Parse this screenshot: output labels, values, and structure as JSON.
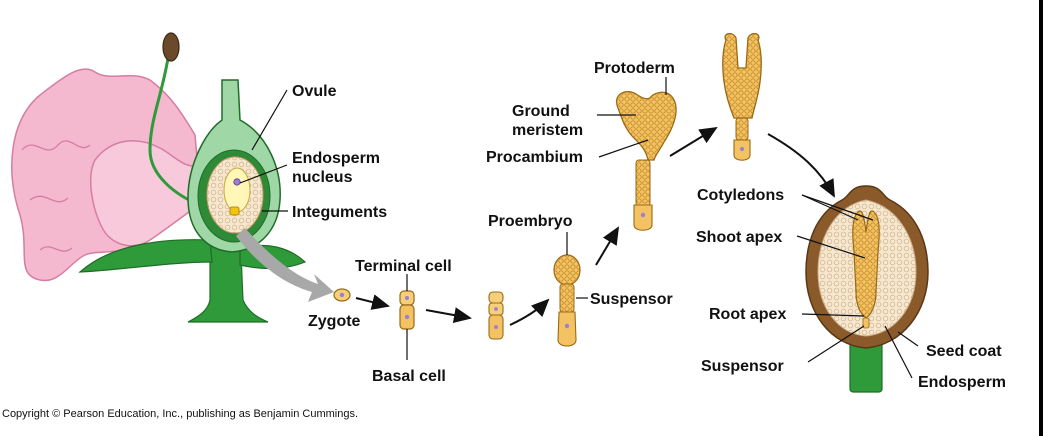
{
  "labels": {
    "ovule": "Ovule",
    "endosperm_nucleus_1": "Endosperm",
    "endosperm_nucleus_2": "nucleus",
    "integuments": "Integuments",
    "zygote": "Zygote",
    "terminal_cell": "Terminal cell",
    "basal_cell": "Basal cell",
    "proembryo": "Proembryo",
    "suspensor_early": "Suspensor",
    "ground_meristem_1": "Ground",
    "ground_meristem_2": "meristem",
    "procambium": "Procambium",
    "protoderm": "Protoderm",
    "cotyledons": "Cotyledons",
    "shoot_apex": "Shoot apex",
    "root_apex": "Root apex",
    "suspensor_seed": "Suspensor",
    "seed_coat": "Seed coat",
    "endosperm": "Endosperm"
  },
  "copyright": "Copyright © Pearson Education, Inc., publishing as Benjamin Cummings.",
  "colors": {
    "petal": "#f4b8cf",
    "petal_edge": "#d67da3",
    "green": "#2e9a3a",
    "light_green": "#9fd7a6",
    "embryo": "#e8a93a",
    "embryo_light": "#f6cf7a",
    "seed_coat": "#8a5a2b",
    "arrow_gray": "#a8a8a8"
  }
}
